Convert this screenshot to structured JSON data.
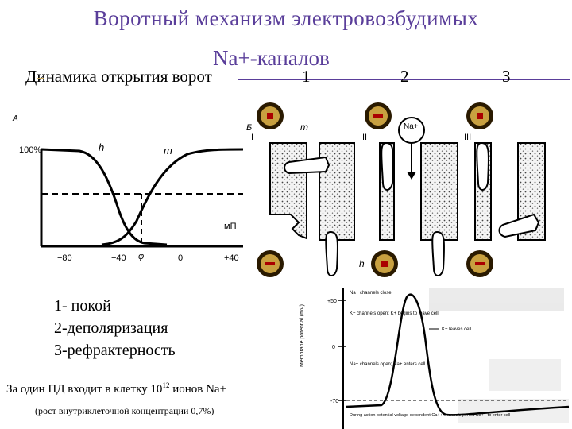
{
  "title": {
    "line1": "Воротный механизм электровозбудимых",
    "line2": "Na+-каналов"
  },
  "subtitle": "Динамика открытия ворот",
  "columns": [
    "1",
    "2",
    "3"
  ],
  "states": [
    "1- покой",
    "2-деполяризация",
    "3-рефрактерность"
  ],
  "note": {
    "text": "За один ПД входит в клетку 10",
    "sup": "12",
    "text_end": " ионов Na+"
  },
  "note_small": "(рост внутриклеточной концентрации 0,7%)",
  "gate_chart": {
    "panel_label": "А",
    "y_tick": "100%",
    "h_label": "h",
    "m_label": "m",
    "unit": "мП",
    "x_ticks": [
      "−80",
      "−40",
      "φ",
      "0",
      "+40"
    ]
  },
  "channel_diagram": {
    "panel_label": "Б",
    "roman": [
      "I",
      "II",
      "III"
    ],
    "gate_labels": [
      "m",
      "h"
    ],
    "ion_label": "Na+"
  },
  "ap_graph": {
    "y_ticks": [
      "+50",
      "0",
      "-70"
    ],
    "annotations": [
      "Na+ channels close",
      "K+ channels open; K+ begins to leave cell",
      "K+ leaves cell",
      "Na+ channels open; Na+ enters cell",
      "During action potential voltage-dependent Ca++ channels permit Ca++ to enter cell"
    ],
    "y_axis_label": "Membrane potential (mV)"
  }
}
